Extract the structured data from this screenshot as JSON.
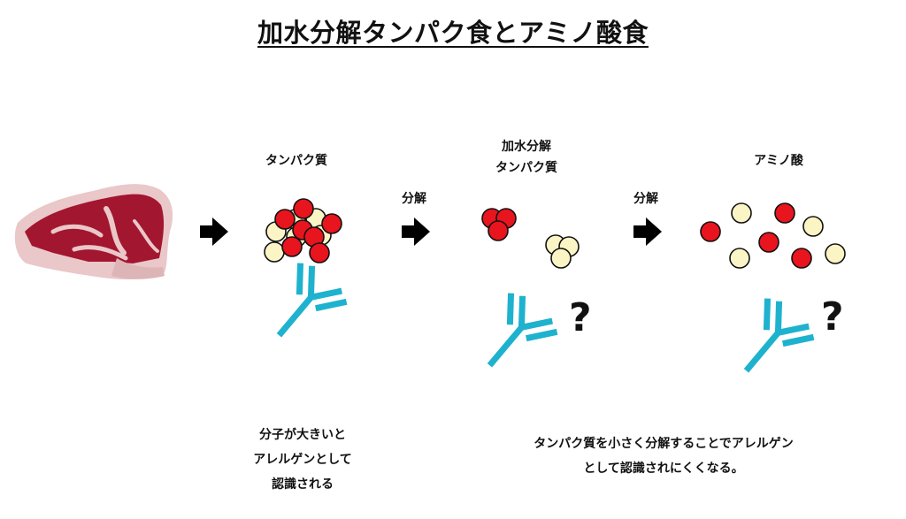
{
  "title": "加水分解タンパク食とアミノ酸食",
  "stages": {
    "protein": "タンパク質",
    "hydrolyzed_line1": "加水分解",
    "hydrolyzed_line2": "タンパク質",
    "amino": "アミノ酸"
  },
  "arrow_labels": {
    "first": "分解",
    "second": "分解"
  },
  "question_mark": "?",
  "notes": {
    "left_line1": "分子が大きいと",
    "left_line2": "アレルゲンとして",
    "left_line3": "認識される",
    "right_line1": "タンパク質を小さく分解することでアレルゲン",
    "right_line2": "として認識されにくくなる。"
  },
  "colors": {
    "red": "#e8141e",
    "cream": "#fbf5c6",
    "antibody": "#1eb2cf",
    "meat": "#a3162f",
    "fat": "#eac7c8"
  }
}
